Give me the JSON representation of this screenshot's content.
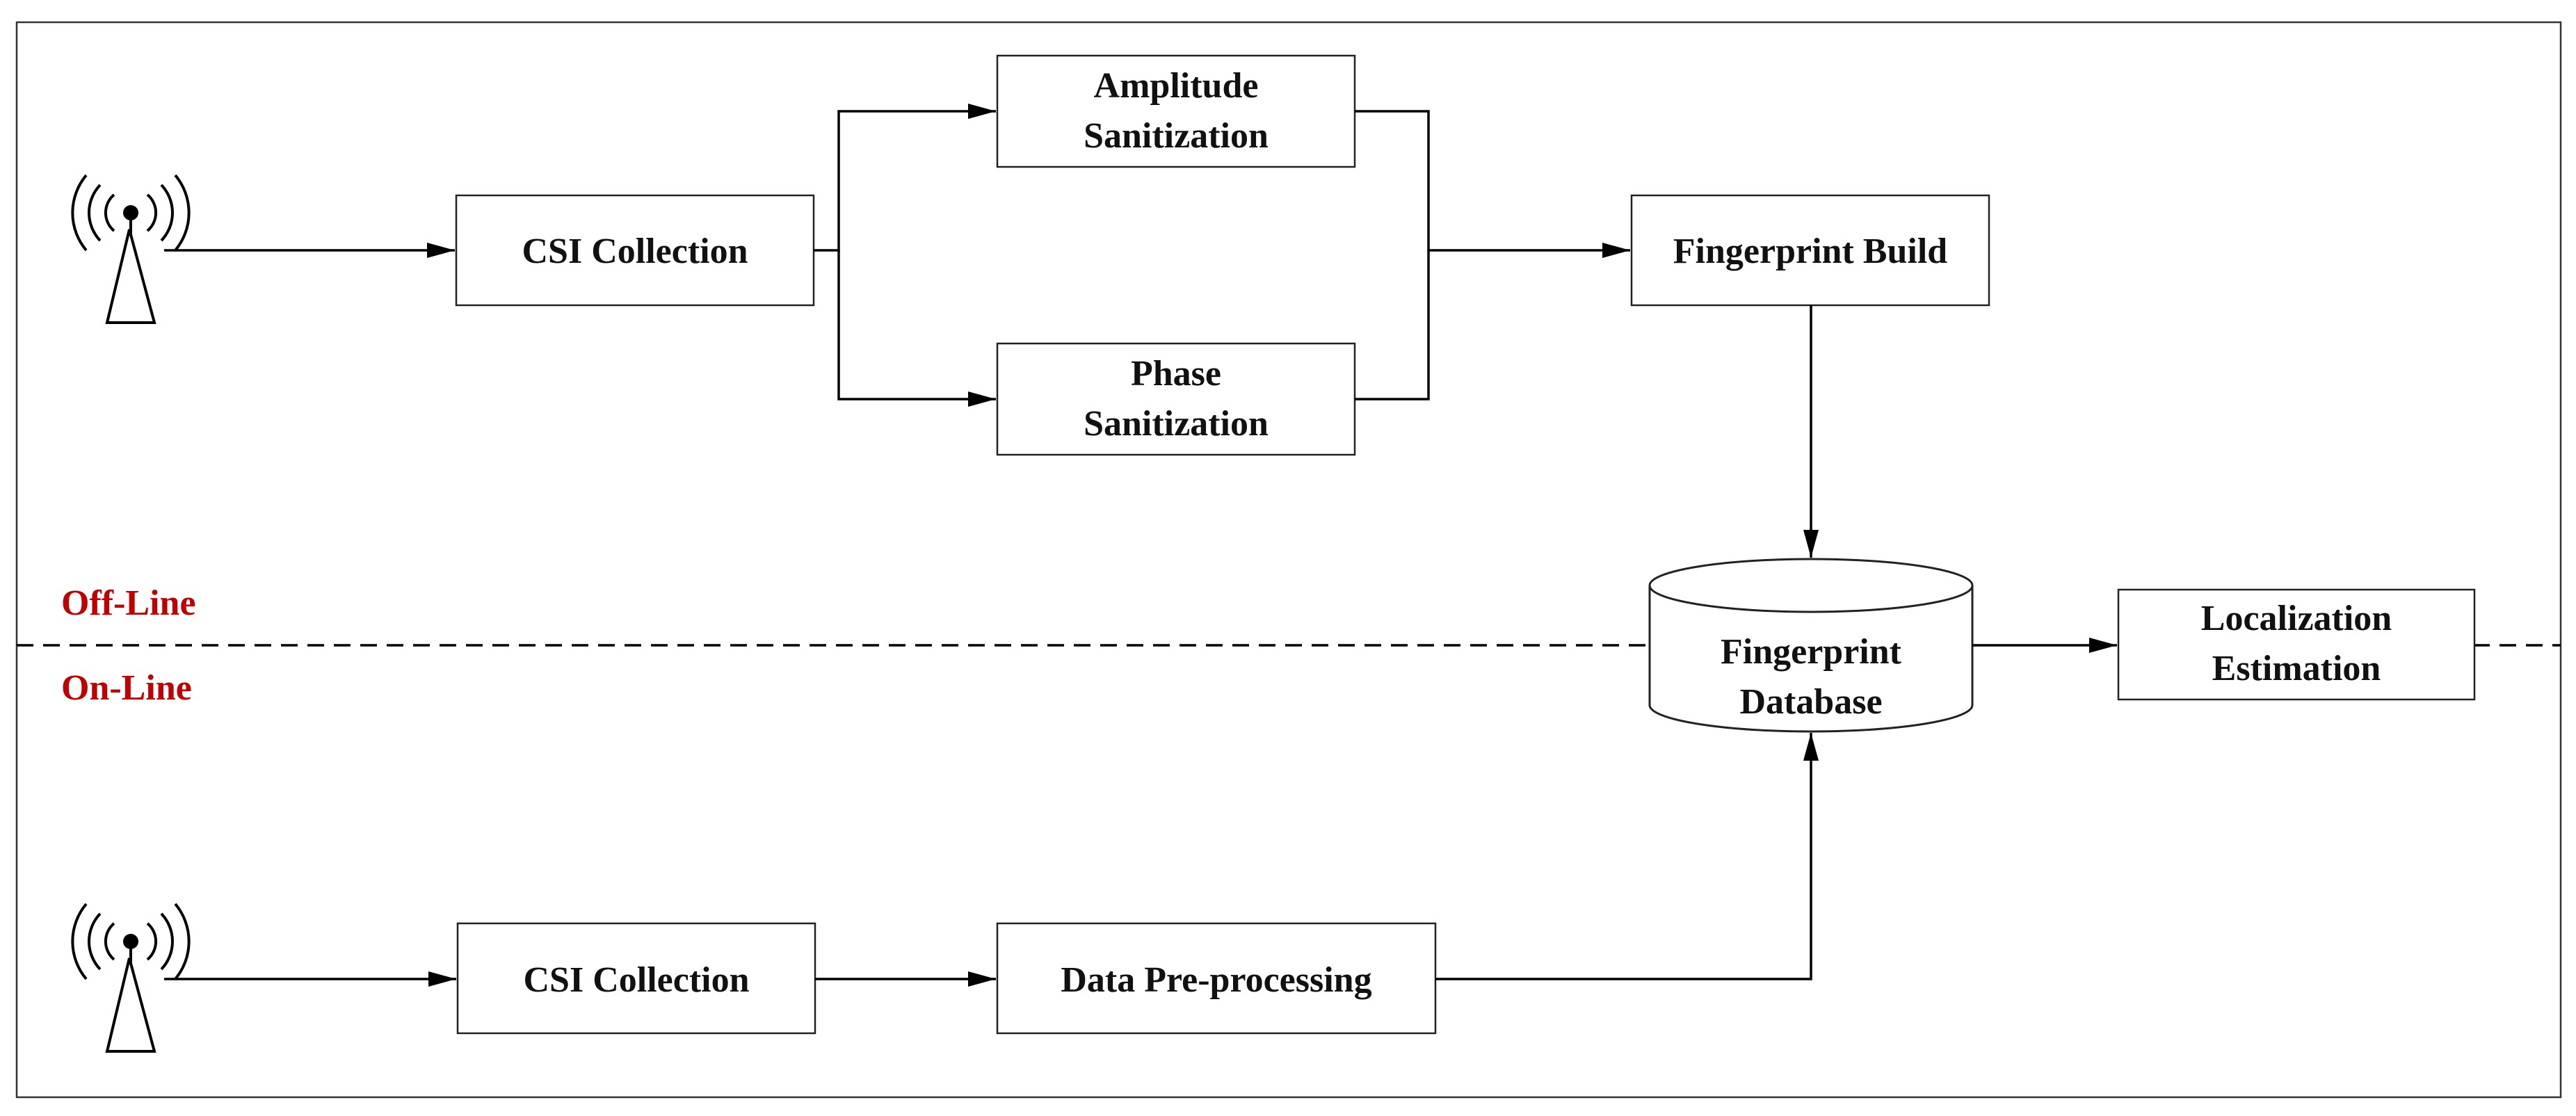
{
  "offline": {
    "zone_label": "Off-Line",
    "csi_collection": "CSI Collection",
    "amplitude_sanitization": [
      "Amplitude",
      "Sanitization"
    ],
    "phase_sanitization": [
      "Phase",
      "Sanitization"
    ],
    "fingerprint_build": "Fingerprint Build"
  },
  "database": [
    "Fingerprint",
    "Database"
  ],
  "localization_estimation": [
    "Localization",
    "Estimation"
  ],
  "online": {
    "zone_label": "On-Line",
    "csi_collection": "CSI Collection",
    "data_preprocessing": "Data Pre-processing"
  },
  "colors": {
    "zone_label": "#c00000",
    "line": "#000000",
    "box_border": "#222222"
  }
}
